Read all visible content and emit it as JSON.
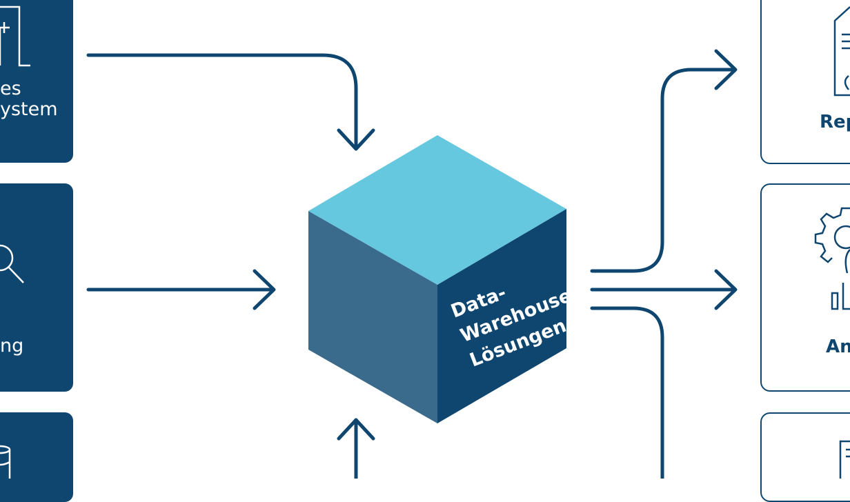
{
  "sources": [
    {
      "id": "top",
      "label_line1": "es",
      "label_line2": "ystem",
      "icon": "building-icon"
    },
    {
      "id": "middle",
      "label_line1": "ng",
      "icon": "magnifier-icon"
    },
    {
      "id": "bottom",
      "icon": "database-icon"
    }
  ],
  "center": {
    "line1": "Data-",
    "line2": "Warehouse-",
    "line3": "Lösungen"
  },
  "outputs": [
    {
      "id": "top",
      "label": "Rep",
      "icon": "report-icon"
    },
    {
      "id": "middle",
      "label": "An",
      "icon": "gear-analytics-icon"
    },
    {
      "id": "bottom",
      "icon": "document-icon"
    }
  ],
  "colors": {
    "navy": "#0f4670",
    "cube_top": "#66c8df",
    "cube_left": "#3b6b8c",
    "cube_right": "#0f4670"
  }
}
